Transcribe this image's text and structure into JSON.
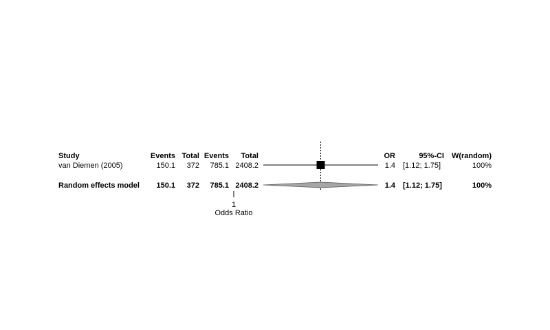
{
  "headers": {
    "study": "Study",
    "events_exp": "Events",
    "total_exp": "Total",
    "events_ctrl": "Events",
    "total_ctrl": "Total",
    "or": "OR",
    "ci": "95%-CI",
    "weight": "W(random)"
  },
  "studies": [
    {
      "name": "van Diemen (2005)",
      "events_exp": "150.1",
      "total_exp": "372",
      "events_ctrl": "785.1",
      "total_ctrl": "2408.2",
      "or_text": "1.4",
      "ci_text": "[1.12; 1.75]",
      "weight_text": "100%"
    }
  ],
  "summary": {
    "name": "Random effects model",
    "events_exp": "150.1",
    "total_exp": "372",
    "events_ctrl": "785.1",
    "total_ctrl": "2408.2",
    "or_text": "1.4",
    "ci_text": "[1.12; 1.75]",
    "weight_text": "100%"
  },
  "axis": {
    "tick_labels": [
      "1"
    ],
    "label": "Odds Ratio"
  },
  "chart_data": {
    "type": "forest",
    "estimate": "odds ratio",
    "studies": [
      {
        "name": "van Diemen (2005)",
        "or": 1.4,
        "ci": [
          1.12,
          1.75
        ],
        "weight": 100
      }
    ],
    "pooled": {
      "name": "Random effects model",
      "or": 1.4,
      "ci": [
        1.12,
        1.75
      ],
      "weight": 100
    },
    "reference_line": 1,
    "xlabel": "Odds Ratio",
    "colors": {
      "square": "#000000",
      "diamond": "#a6a6a6",
      "line": "#000000"
    }
  }
}
